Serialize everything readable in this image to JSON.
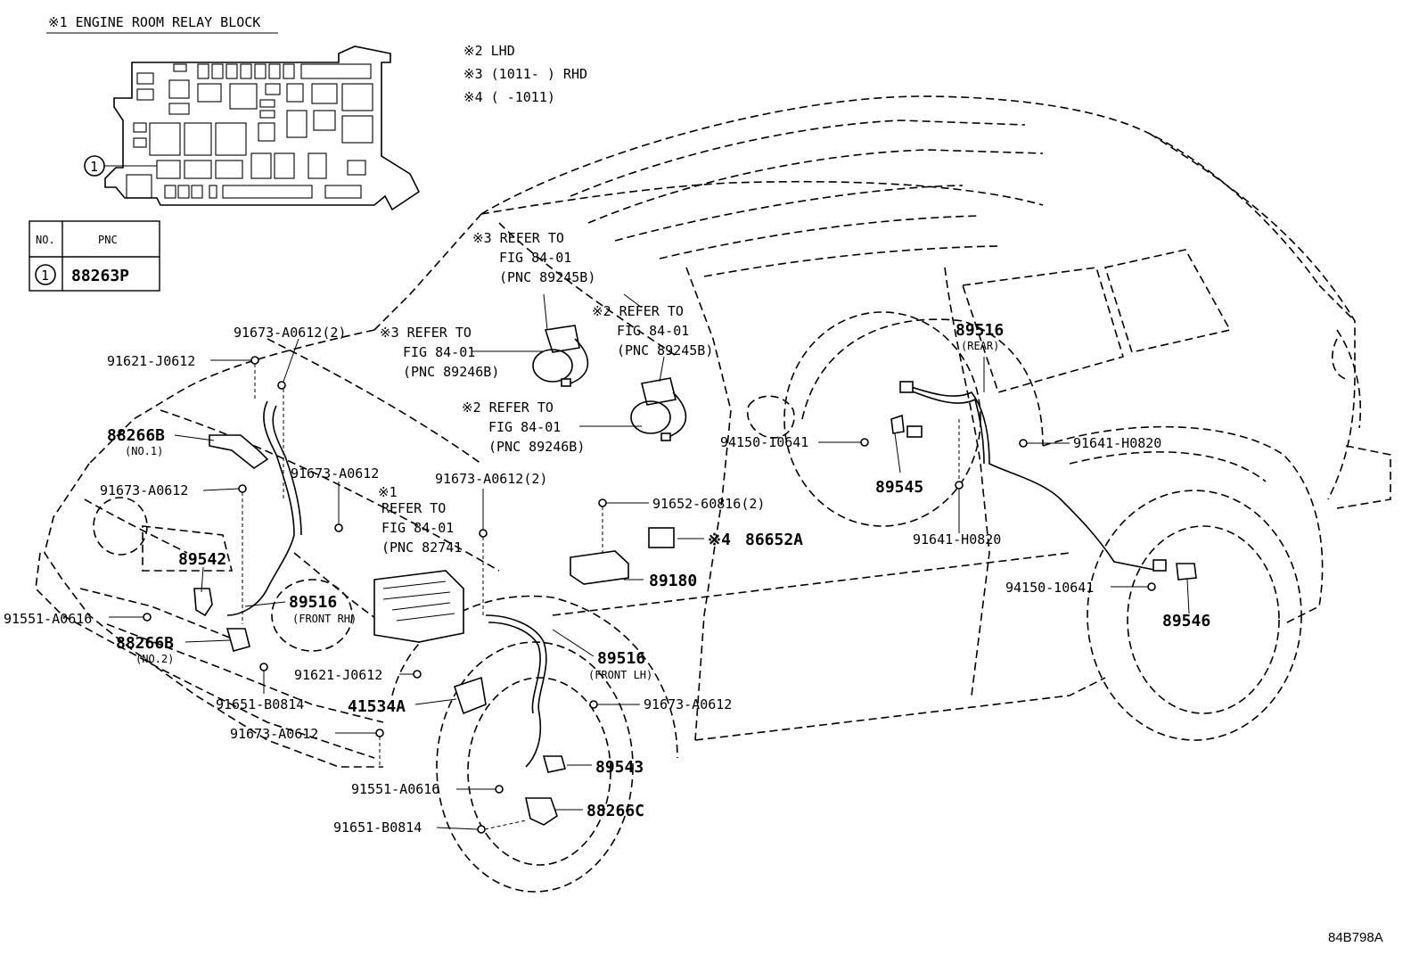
{
  "diagram_id": "84B798A",
  "inset": {
    "title": "※1 ENGINE ROOM RELAY BLOCK",
    "marker": "1"
  },
  "notes": [
    "※2 LHD",
    "※3 (1011-      ) RHD",
    "※4 (      -1011)"
  ],
  "table": {
    "header_no": "NO.",
    "header_pnc": "PNC",
    "rows": [
      {
        "no": "1",
        "pnc": "88263P"
      }
    ]
  },
  "refs": {
    "r1": [
      "※3 REFER TO",
      "FIG 84-01",
      "(PNC 89245B)"
    ],
    "r2": [
      "※2 REFER TO",
      "FIG 84-01",
      "(PNC 89245B)"
    ],
    "r3": [
      "※3 REFER TO",
      "FIG 84-01",
      "(PNC 89246B)"
    ],
    "r4": [
      "※2 REFER TO",
      "FIG 84-01",
      "(PNC 89246B)"
    ],
    "r5": [
      "※1",
      "REFER TO",
      "FIG 84-01",
      "(PNC 82741"
    ]
  },
  "labels": {
    "p91673_a0612_2_top": "91673-A0612(2)",
    "p91621_j0612_top": "91621-J0612",
    "p88266b_no1": "88266B",
    "p88266b_no1_sub": "(NO.1)",
    "p91673_a0612_left": "91673-A0612",
    "p91673_a0612_mid": "91673-A0612",
    "p89542": "89542",
    "p91551_a0616_left": "91551-A0616",
    "p89516_frh": "89516",
    "p89516_frh_sub": "(FRONT RH)",
    "p88266b_no2": "88266B",
    "p88266b_no2_sub": "(NO.2)",
    "p91651_b0814_left": "91651-B0814",
    "p91673_a0612_low": "91673-A0612",
    "p91621_j0612_low": "91621-J0612",
    "p41534a": "41534A",
    "p91673_a0612_2_mid": "91673-A0612(2)",
    "p91652_60816": "91652-60816(2)",
    "p86652a": "86652A",
    "p86652a_mark": "※4",
    "p89180": "89180",
    "p89516_flh": "89516",
    "p89516_flh_sub": "(FRONT LH)",
    "p91673_a0612_right": "91673-A0612",
    "p89543": "89543",
    "p91551_a0616_low": "91551-A0616",
    "p88266c": "88266C",
    "p91651_b0814_low": "91651-B0814",
    "p89516_rear": "89516",
    "p89516_rear_sub": "(REAR)",
    "p94150_10641_top": "94150-10641",
    "p91641_h0820_right": "91641-H0820",
    "p89545": "89545",
    "p91641_h0820_low": "91641-H0820",
    "p94150_10641_low": "94150-10641",
    "p89546": "89546"
  }
}
